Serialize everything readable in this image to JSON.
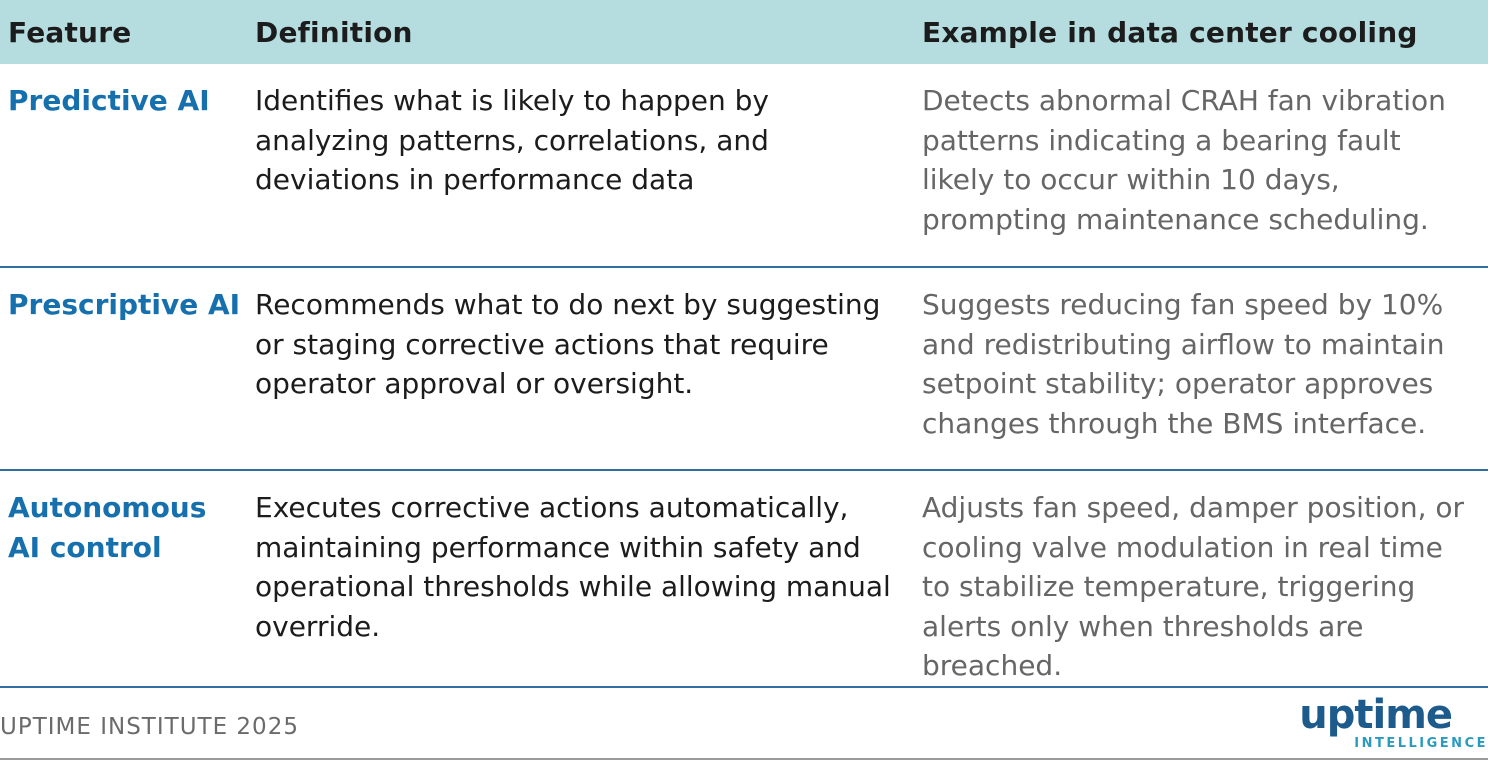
{
  "table": {
    "headers": {
      "feature": "Feature",
      "definition": "Definition",
      "example": "Example in data center cooling"
    },
    "rows": [
      {
        "feature": [
          "Predictive AI"
        ],
        "definition": "Identifies what is likely to happen by analyzing patterns, correlations, and deviations in performance data",
        "example": "Detects abnormal CRAH fan vibration patterns indicating a bearing fault likely to occur within 10 days, prompting maintenance scheduling."
      },
      {
        "feature": [
          "Prescriptive AI"
        ],
        "definition": "Recommends what to do next by suggesting or staging corrective actions that require operator approval or oversight.",
        "example": "Suggests reducing fan speed by 10% and redistributing airflow to maintain setpoint stability; operator approves changes through the BMS interface."
      },
      {
        "feature": [
          "Autonomous",
          "AI control"
        ],
        "definition": "Executes corrective actions automatically, maintaining performance within safety and operational thresholds while allowing manual override.",
        "example": "Adjusts fan speed, damper position, or cooling valve modulation in real time to stabilize temperature, triggering alerts only when thresholds are breached."
      }
    ]
  },
  "footer": {
    "source": "UPTIME INSTITUTE 2025",
    "logo_word": "uptime",
    "logo_sub": "INTELLIGENCE"
  },
  "colors": {
    "header_bg": "#b5dde0",
    "feature_text": "#1670ad",
    "row_rule": "#2f6fa0",
    "logo_word": "#1d5b8c",
    "logo_sub": "#2a9bbf"
  }
}
